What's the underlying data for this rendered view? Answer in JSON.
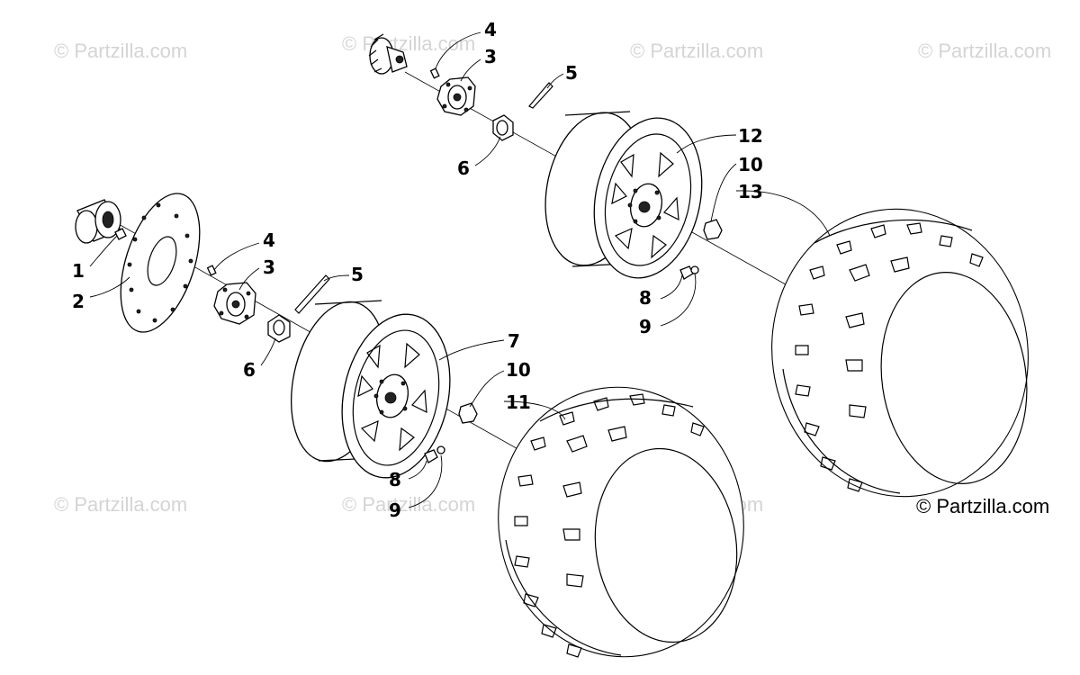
{
  "watermarks": [
    "© Partzilla.com",
    "© Partzilla.com",
    "© Partzilla.com",
    "© Partzilla.com",
    "© Partzilla.com",
    "© Partzilla.com",
    "© Partzilla.com"
  ],
  "copyright": "© Partzilla.com",
  "callouts": {
    "c1": "1",
    "c2": "2",
    "c3a": "3",
    "c4a": "4",
    "c5a": "5",
    "c6a": "6",
    "c7": "7",
    "c8a": "8",
    "c9a": "9",
    "c10a": "10",
    "c11": "11",
    "c3b": "3",
    "c4b": "4",
    "c5b": "5",
    "c6b": "6",
    "c8b": "8",
    "c9b": "9",
    "c10b": "10",
    "c12": "12",
    "c13": "13"
  }
}
